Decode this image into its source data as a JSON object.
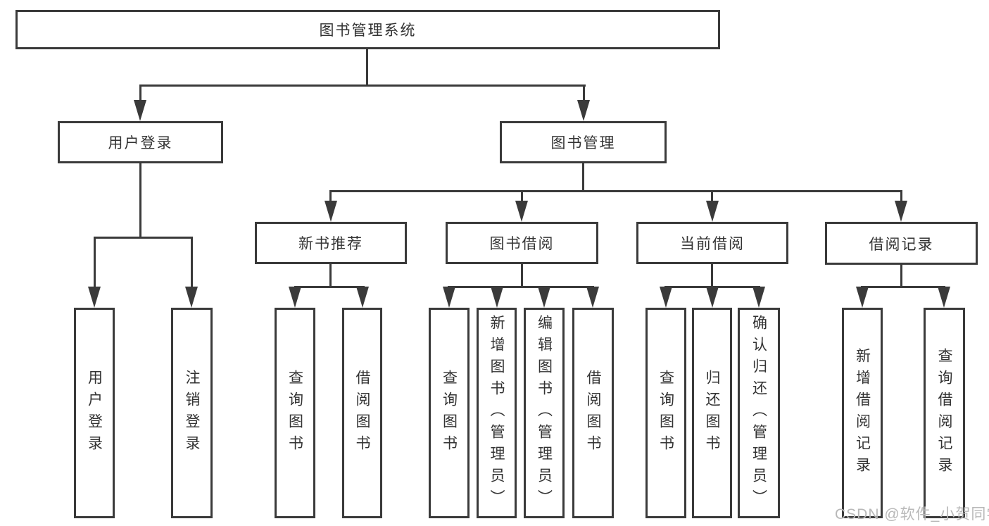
{
  "tree": {
    "root": {
      "label": "图书管理系统",
      "children": [
        {
          "label": "用户登录",
          "children": [
            {
              "label": "用户登录"
            },
            {
              "label": "注销登录"
            }
          ]
        },
        {
          "label": "图书管理",
          "children": [
            {
              "label": "新书推荐",
              "children": [
                {
                  "label": "查询图书"
                },
                {
                  "label": "借阅图书"
                }
              ]
            },
            {
              "label": "图书借阅",
              "children": [
                {
                  "label": "查询图书"
                },
                {
                  "label": "新增图书（管理员）"
                },
                {
                  "label": "编辑图书（管理员）"
                },
                {
                  "label": "借阅图书"
                }
              ]
            },
            {
              "label": "当前借阅",
              "children": [
                {
                  "label": "查询图书"
                },
                {
                  "label": "归还图书"
                },
                {
                  "label": "确认归还（管理员）"
                }
              ]
            },
            {
              "label": "借阅记录",
              "children": [
                {
                  "label": "新增借阅记录"
                },
                {
                  "label": "查询借阅记录"
                }
              ]
            }
          ]
        }
      ]
    }
  },
  "watermark": "CSDN @软件_小贺同学",
  "colors": {
    "line": "#3a3a3a",
    "text": "#333333",
    "box_background": "#ffffff",
    "watermark": "#b8b8b8"
  }
}
